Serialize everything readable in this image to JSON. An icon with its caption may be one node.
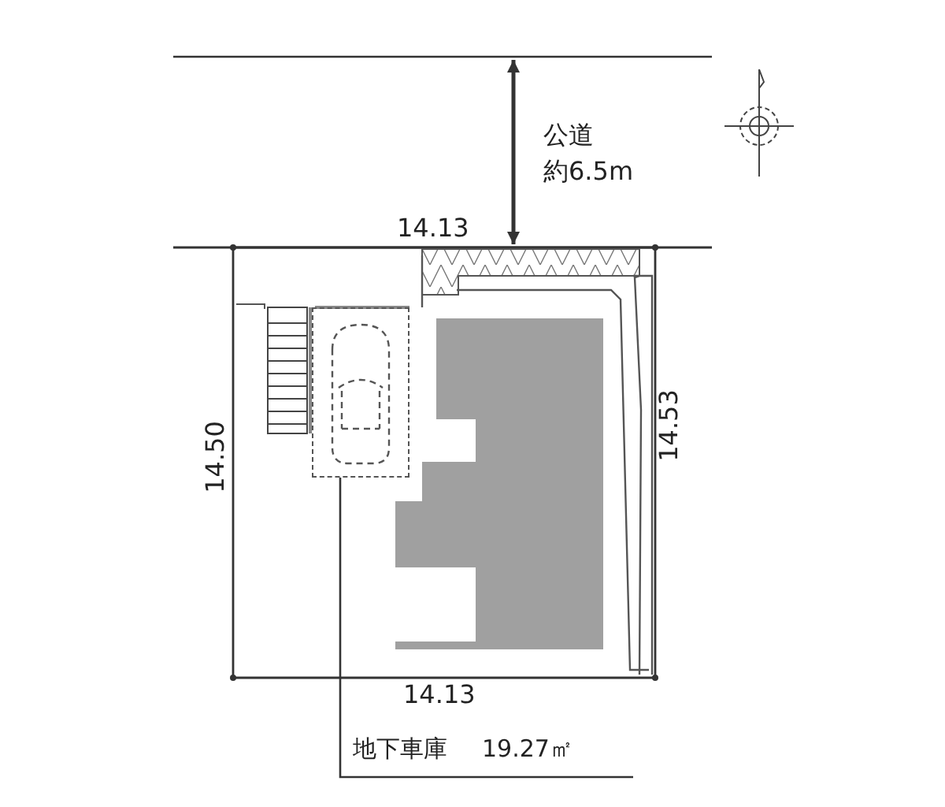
{
  "diagram": {
    "nodes": [
      {
        "text": [
          "地下車庫",
          "19.27㎡"
        ]
      },
      {
        "text": [],
        "shape": "box"
      }
    ],
    "edges": [
      {
        "from": 0,
        "to": 1,
        "arrow": "none"
      }
    ],
    "labels": [
      "公道",
      "約6.5m",
      "14.13",
      "14.50",
      "14.53",
      "14.13"
    ]
  }
}
